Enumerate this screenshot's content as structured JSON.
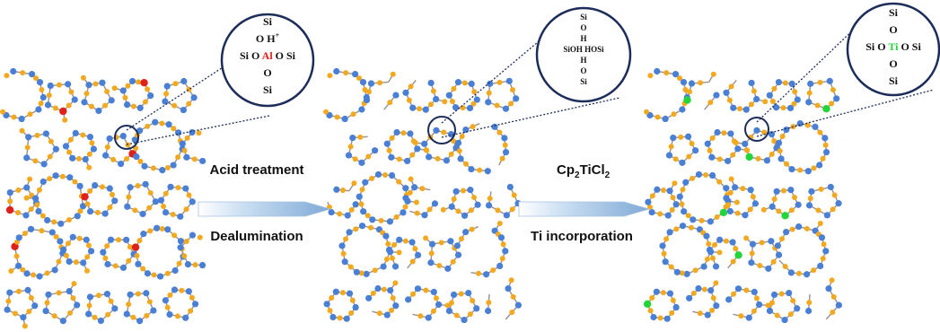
{
  "colors": {
    "silicon_node": "#4a7fd6",
    "oxygen_node": "#f2a91f",
    "aluminum_site": "#e0201a",
    "titanium_site": "#22d63a",
    "bond": "#9a8f8a",
    "arrow": "#8eb8df",
    "circle": "#1d2d5a"
  },
  "steps": [
    {
      "top_label": "Acid treatment",
      "bottom_label": "Dealumination"
    },
    {
      "top_label_main": "Cp",
      "top_label_sub1": "2",
      "top_label_mid": "TiCl",
      "top_label_sub2": "2",
      "bottom_label": "Ti incorporation"
    }
  ],
  "magnifiers": [
    {
      "name": "aluminum",
      "rows": [
        {
          "cells": [
            {
              "t": "Si"
            }
          ]
        },
        {
          "cells": [
            {
              "t": "O"
            },
            {
              "t": "H"
            }
          ],
          "sup": "+"
        },
        {
          "cells": [
            {
              "t": "Si O "
            },
            {
              "t": "Al",
              "c": "#e0201a"
            },
            {
              "t": " O Si"
            }
          ]
        },
        {
          "cells": [
            {
              "t": "O"
            }
          ]
        },
        {
          "cells": [
            {
              "t": "Si"
            }
          ]
        }
      ]
    },
    {
      "name": "silanol-nest",
      "rows": [
        {
          "cells": [
            {
              "t": "Si"
            }
          ]
        },
        {
          "cells": [
            {
              "t": "O"
            }
          ]
        },
        {
          "cells": [
            {
              "t": "H"
            }
          ]
        },
        {
          "cells": [
            {
              "t": "SiOH  HOSi"
            }
          ]
        },
        {
          "cells": [
            {
              "t": "H"
            }
          ]
        },
        {
          "cells": [
            {
              "t": "O"
            }
          ]
        },
        {
          "cells": [
            {
              "t": "Si"
            }
          ]
        }
      ]
    },
    {
      "name": "titanium",
      "rows": [
        {
          "cells": [
            {
              "t": "Si"
            }
          ]
        },
        {
          "cells": [
            {
              "t": "O"
            }
          ]
        },
        {
          "cells": [
            {
              "t": "Si O "
            },
            {
              "t": "Ti",
              "c": "#22d63a"
            },
            {
              "t": " O Si"
            }
          ]
        },
        {
          "cells": [
            {
              "t": "O"
            }
          ]
        },
        {
          "cells": [
            {
              "t": "Si"
            }
          ]
        }
      ]
    }
  ]
}
